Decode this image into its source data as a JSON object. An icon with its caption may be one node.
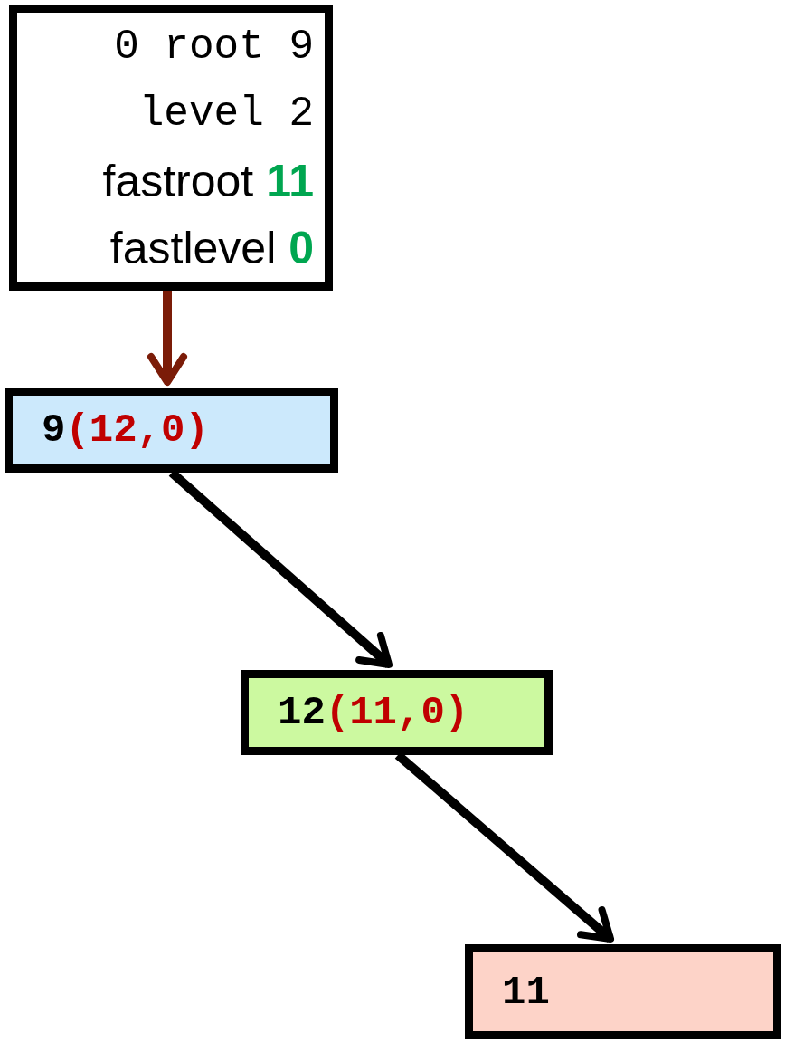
{
  "diagram": {
    "nodes": [
      {
        "text": [
          "0 root 9",
          "level 2",
          "fastroot **11**",
          "fastlevel **0**"
        ]
      },
      {
        "text": [
          "9",
          "(12,0)"
        ]
      },
      {
        "text": [
          "12",
          "(11,0)"
        ]
      },
      {
        "text": [
          "11"
        ]
      }
    ],
    "edges": [
      {
        "from": 0,
        "to": 1,
        "arrow": "to",
        "color": "#7b1c08"
      },
      {
        "from": 1,
        "to": 2,
        "arrow": "to"
      },
      {
        "from": 2,
        "to": 3,
        "arrow": "to"
      }
    ]
  }
}
